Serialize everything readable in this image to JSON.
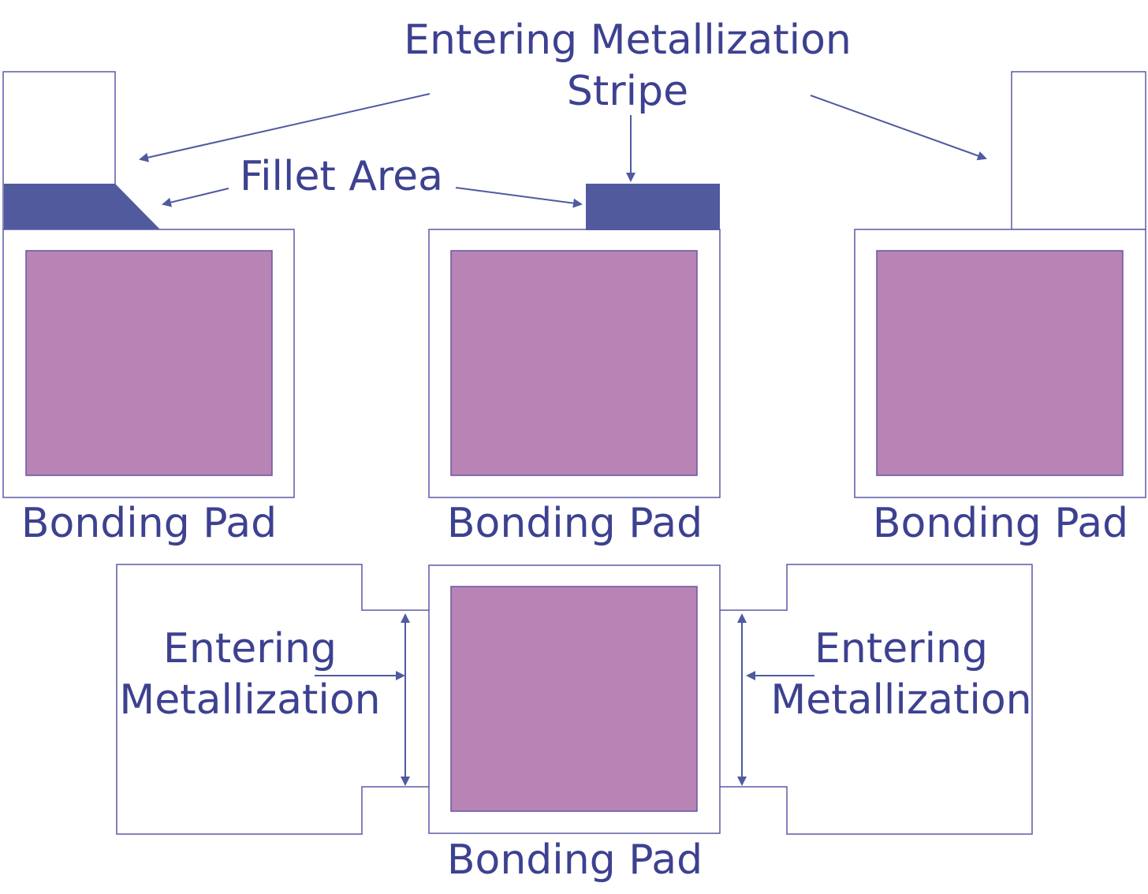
{
  "colors": {
    "text": "#3d4190",
    "stripe": "#525a9e",
    "pad": "#b784b5",
    "arrow": "#4f5aa0"
  },
  "labels": {
    "title_line1": "Entering Metallization",
    "title_line2": "Stripe",
    "fillet": "Fillet Area",
    "pad_left": "Bonding Pad",
    "pad_center": "Bonding Pad",
    "pad_right": "Bonding Pad",
    "pad_bottom": "Bonding Pad",
    "entering_left_line1": "Entering",
    "entering_left_line2": "Metallization",
    "entering_right_line1": "Entering",
    "entering_right_line2": "Metallization"
  }
}
